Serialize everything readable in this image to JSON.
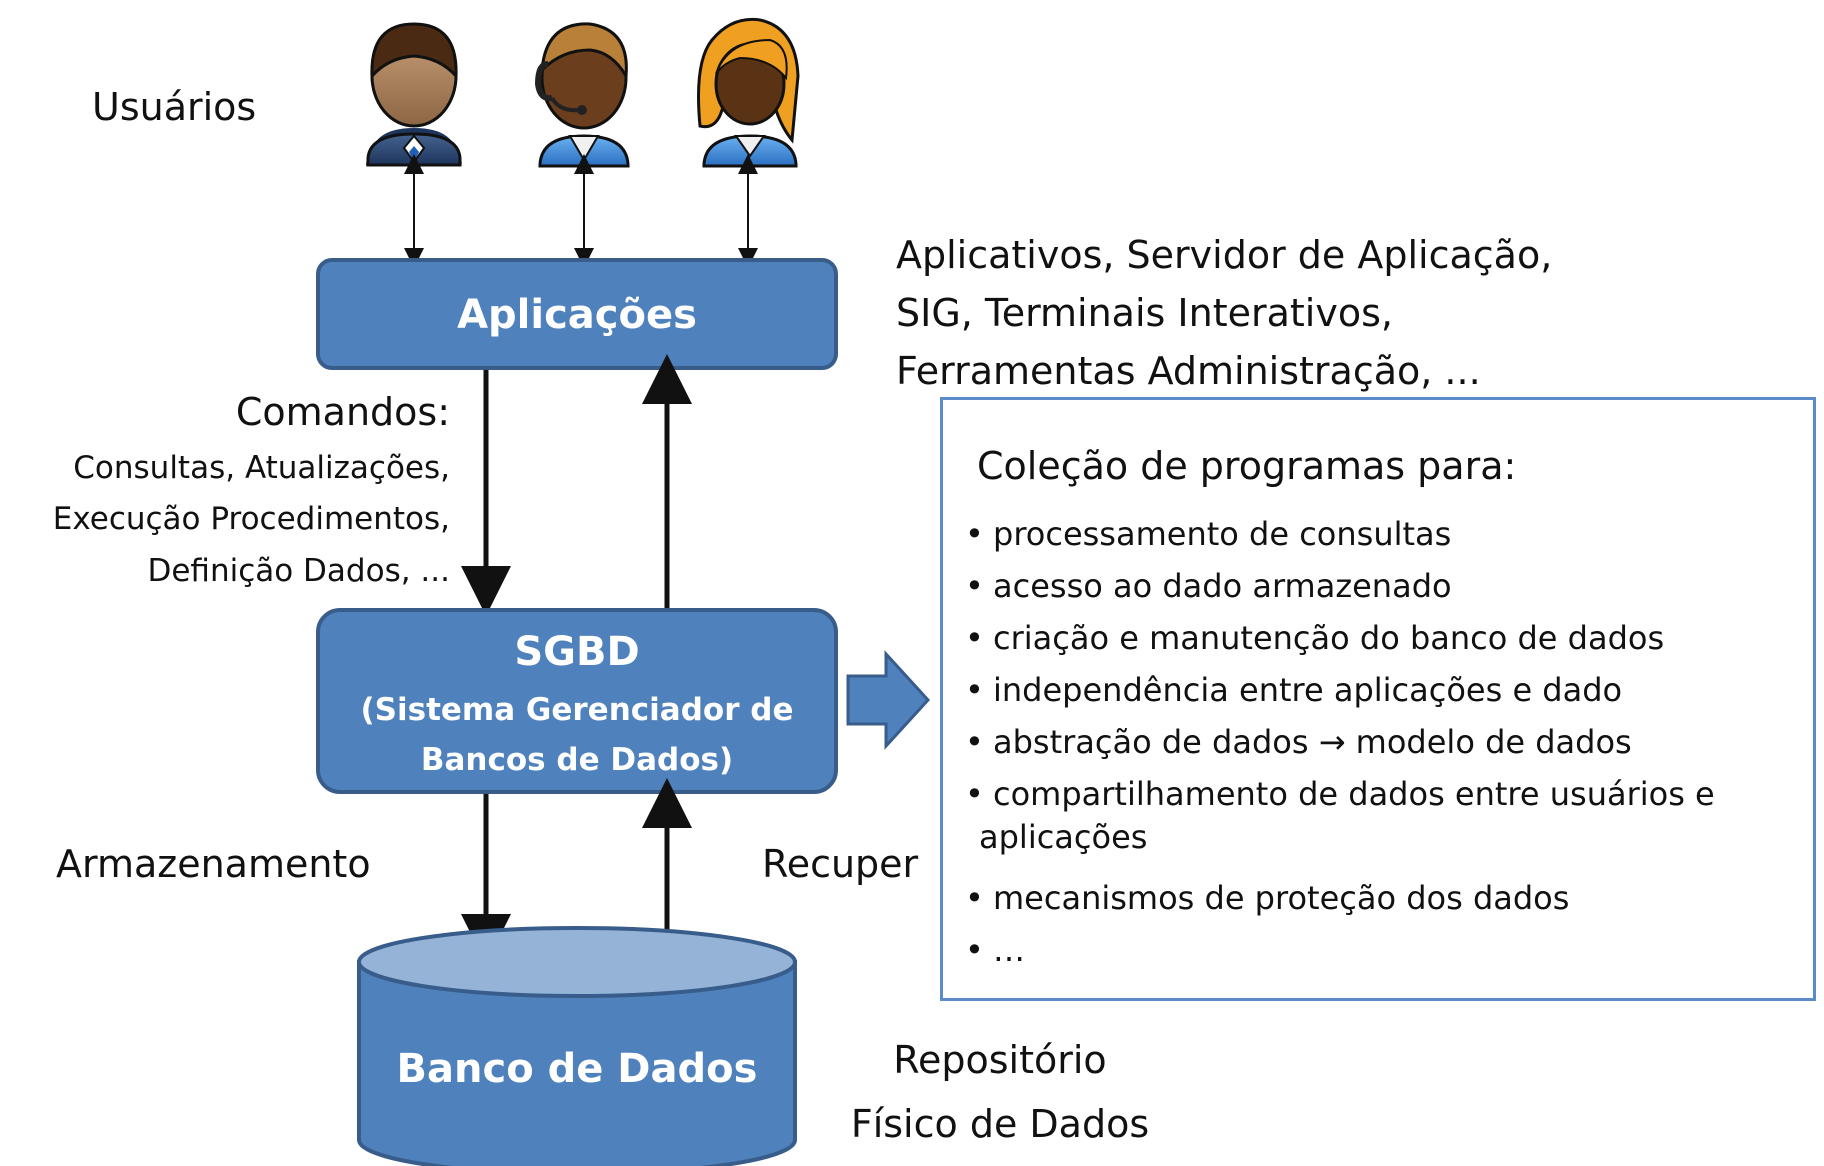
{
  "users": {
    "label": "Usuários",
    "figures": [
      {
        "icon": "user-businessman-icon"
      },
      {
        "icon": "user-headset-icon"
      },
      {
        "icon": "user-woman-icon"
      }
    ]
  },
  "applications": {
    "title": "Aplicações",
    "note_lines": [
      "Aplicativos, Servidor de Aplicação,",
      "SIG, Terminais Interativos,",
      "Ferramentas Administração, ..."
    ]
  },
  "commands": {
    "title": "Comandos:",
    "lines": [
      "Consultas, Atualizações,",
      "Execução Procedimentos,",
      "Definição Dados, ..."
    ]
  },
  "sgbd": {
    "title": "SGBD",
    "subtitle_lines": [
      "(Sistema Gerenciador de",
      "Bancos de Dados)"
    ]
  },
  "storage": {
    "left_label": "Armazenamento",
    "right_label": "Recuper"
  },
  "database": {
    "title": "Banco de Dados",
    "note_lines": [
      "Repositório",
      "Físico de Dados"
    ]
  },
  "programs": {
    "heading": "Coleção de programas para:",
    "bullet_char": "•",
    "items": [
      "processamento de consultas",
      "acesso ao dado armazenado",
      "criação e manutenção do banco de dados",
      "independência entre aplicações e dado",
      "abstração de dados → modelo de dados",
      "compartilhamento de dados entre usuários e",
      "mecanismos de proteção dos dados",
      "…"
    ],
    "continuation": "aplicações"
  },
  "colors": {
    "box_fill": "#4f81bd",
    "box_border": "#385d8a",
    "db_top": "#8eb0d8",
    "accent_border": "#5b8bc9"
  }
}
